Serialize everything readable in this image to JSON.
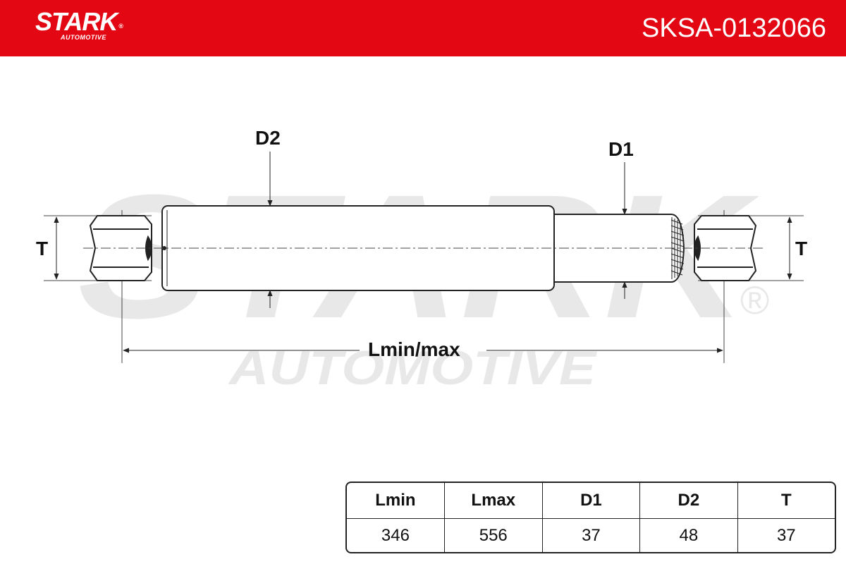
{
  "header": {
    "brand": "STARK",
    "brand_sub": "AUTOMOTIVE",
    "registered": "®",
    "part_number": "SKSA-0132066",
    "color": "#e30613"
  },
  "watermark": {
    "main": "STARK",
    "sub": "AUTOMOTIVE",
    "registered": "®"
  },
  "diagram": {
    "labels": {
      "d2": "D2",
      "d1": "D1",
      "t_left": "T",
      "t_right": "T",
      "length": "Lmin/max"
    }
  },
  "spec_table": {
    "headers": [
      "Lmin",
      "Lmax",
      "D1",
      "D2",
      "T"
    ],
    "values": [
      "346",
      "556",
      "37",
      "48",
      "37"
    ]
  }
}
